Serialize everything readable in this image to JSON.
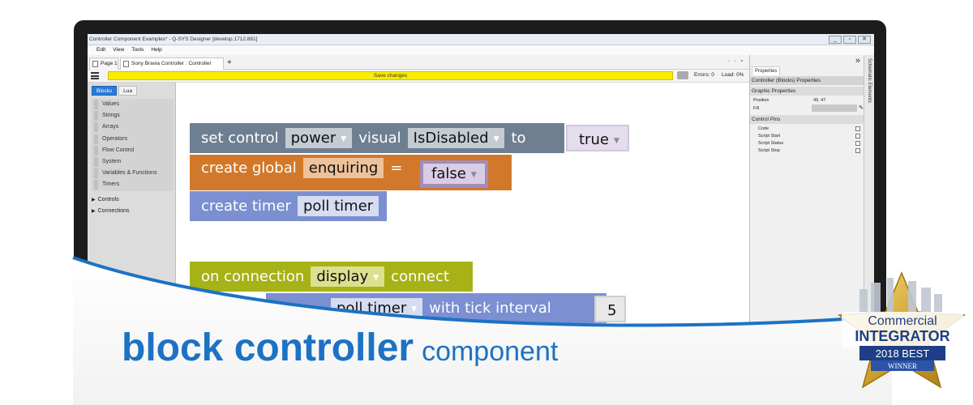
{
  "window": {
    "title": "Controller Component Examples* - Q-SYS Designer [develop.1712.881]",
    "menu": [
      "Edit",
      "View",
      "Tools",
      "Help"
    ],
    "tabs": [
      {
        "label": "Page 1",
        "active": false
      },
      {
        "label": "Sony Bravia Controller : Controller",
        "active": true
      }
    ],
    "tab_add": "+",
    "window_buttons": [
      "_",
      "▫",
      "✕"
    ]
  },
  "toolbar": {
    "save_label": "Save changes",
    "errors": "Errors: 0",
    "load": "Load: 0%",
    "colors": {
      "save_bar": "#f8ec00"
    }
  },
  "left_panel": {
    "mode_tabs": [
      {
        "label": "Blocks",
        "active": true
      },
      {
        "label": "Lua",
        "active": false
      }
    ],
    "categories": [
      "Values",
      "Strings",
      "Arrays",
      "Operators",
      "Flow Control",
      "System",
      "Variables & Functions",
      "Timers"
    ],
    "tree": [
      "Controls",
      "Connections"
    ]
  },
  "blocks": {
    "set_control": {
      "text1": "set control",
      "field1": "power",
      "text2": "visual",
      "field2": "IsDisabled",
      "text3": "to",
      "value": "true",
      "color": "#6f7f92"
    },
    "create_global": {
      "text1": "create global",
      "field1": "enquiring",
      "text2": "=",
      "value": "false",
      "color": "#d2782a"
    },
    "create_timer": {
      "text1": "create timer",
      "field1": "poll timer",
      "color": "#7b8fd1"
    },
    "on_connection": {
      "text1": "on connection",
      "field1": "display",
      "text2": "connect",
      "color": "#a6b216"
    },
    "start_timer": {
      "field1": "poll timer",
      "text2": "with tick interval",
      "value": "5",
      "color": "#7b8fd1"
    }
  },
  "properties": {
    "expand": "»",
    "tab": "Properties",
    "header": "Controller (Blocks) Properties",
    "graphic_section": "Graphic Properties",
    "position_label": "Position",
    "position_value": "49, 47",
    "fill_label": "Fill",
    "pins_section": "Control Pins",
    "pins": [
      "Code",
      "Script Start",
      "Script Status",
      "Script Stop"
    ],
    "side_label": "Schematic Elements"
  },
  "tagline": {
    "main": "block controller",
    "sub": "component",
    "color": "#1c72c4"
  },
  "award": {
    "line1": "Commercial",
    "line2": "INTEGRATOR",
    "line3": "2018 BEST",
    "line4": "WINNER"
  }
}
